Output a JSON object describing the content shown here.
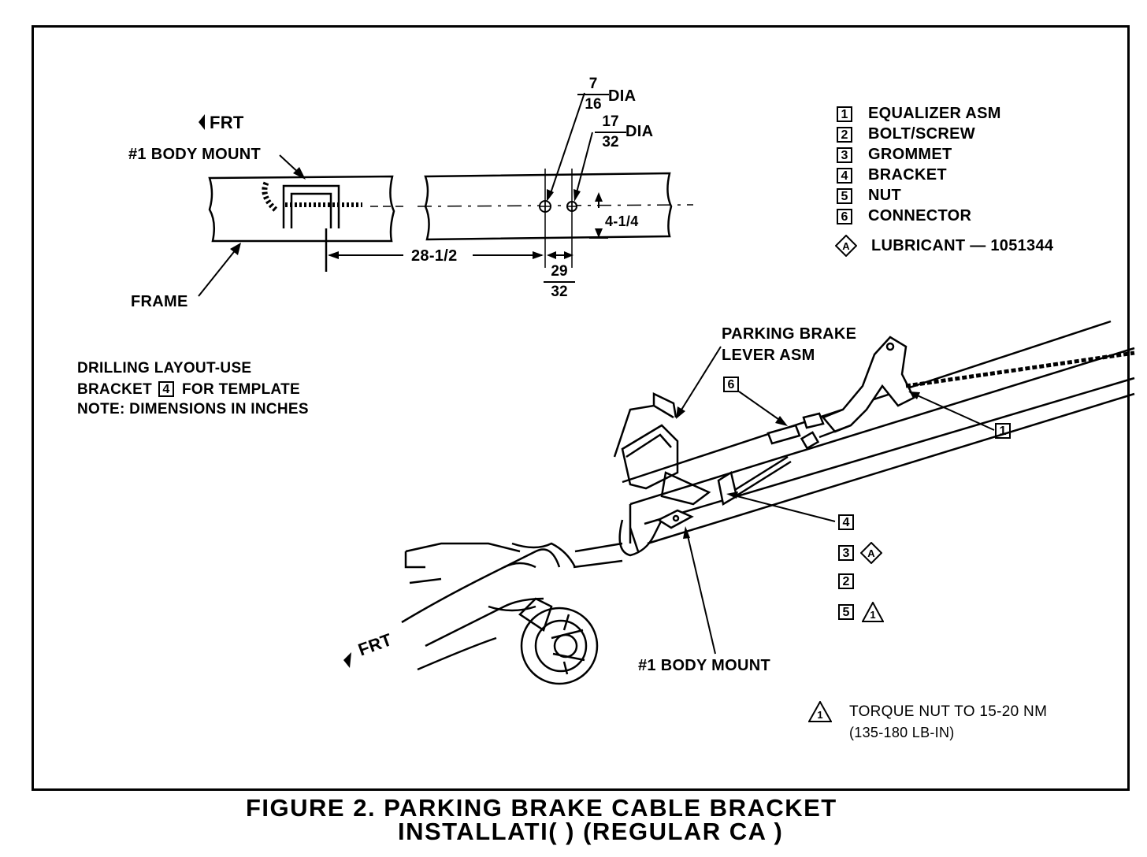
{
  "header": {
    "frt_top": "FRT",
    "body_mount_top": "#1 BODY MOUNT",
    "frame": "FRAME"
  },
  "dimensions": {
    "dia1_num": "7",
    "dia1_den": "16",
    "dia1_unit": "DIA",
    "dia2_num": "17",
    "dia2_den": "32",
    "dia2_unit": "DIA",
    "vertical": "4-1/4",
    "horizontal": "28-1/2",
    "offset_num": "29",
    "offset_den": "32"
  },
  "legend": [
    {
      "num": "1",
      "text": "EQUALIZER ASM"
    },
    {
      "num": "2",
      "text": "BOLT/SCREW"
    },
    {
      "num": "3",
      "text": "GROMMET"
    },
    {
      "num": "4",
      "text": "BRACKET"
    },
    {
      "num": "5",
      "text": "NUT"
    },
    {
      "num": "6",
      "text": "CONNECTOR"
    }
  ],
  "lubricant": {
    "symbol": "A",
    "text": "LUBRICANT — 1051344"
  },
  "notes": {
    "drilling_line1": "DRILLING LAYOUT-USE",
    "drilling_line2_pre": "BRACKET",
    "drilling_line2_box": "4",
    "drilling_line2_post": "FOR TEMPLATE",
    "drilling_line3": "NOTE: DIMENSIONS IN INCHES"
  },
  "assembly": {
    "parking_brake_line1": "PARKING BRAKE",
    "parking_brake_line2": "LEVER ASM",
    "callout_6": "6",
    "callout_1": "1",
    "callout_4": "4",
    "callout_3": "3",
    "callout_3_sym": "A",
    "callout_2": "2",
    "callout_5": "5",
    "callout_5_sym": "1",
    "frt_bottom": "FRT",
    "body_mount_bottom": "#1 BODY MOUNT"
  },
  "torque": {
    "symbol": "1",
    "line1": "TORQUE NUT TO 15-20 NM",
    "line2": "(135-180 LB-IN)"
  },
  "caption": {
    "line1": "FIGURE 2. PARKING BRAKE CABLE BRACKET",
    "line2": "INSTALLATI( ) (REGULAR CA  )"
  }
}
